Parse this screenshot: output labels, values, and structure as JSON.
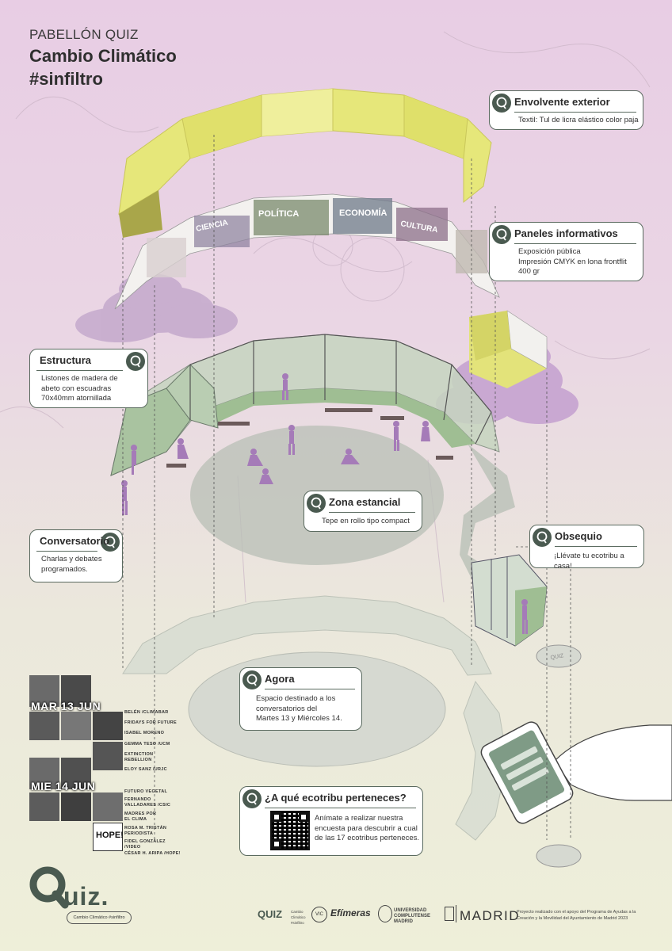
{
  "header": {
    "subtitle": "PABELLÓN QUIZ",
    "title_line1": "Cambio Climático",
    "title_line2": "#sinfiltro"
  },
  "panels": {
    "labels": [
      "CIENCIA",
      "POLÍTICA",
      "ECONOMÍA",
      "CULTURA"
    ]
  },
  "callouts": {
    "envolvente": {
      "title": "Envolvente exterior",
      "text": "Textil: Tul de licra elástico color paja"
    },
    "paneles": {
      "title": "Paneles informativos",
      "text1": "Exposición pública",
      "text2": "Impresión CMYK en lona frontflit",
      "text3": "400 gr"
    },
    "estructura": {
      "title": "Estructura",
      "text1": "Listones de madera de",
      "text2": "abeto con escuadras",
      "text3": "70x40mm atornillada"
    },
    "zona": {
      "title": "Zona estancial",
      "text": "Tepe en rollo tipo compact"
    },
    "conversatorio": {
      "title": "Conversatorio",
      "text1": "Charlas y debates",
      "text2": "programados."
    },
    "obsequio": {
      "title": "Obsequio",
      "text": "¡Llévate tu ecotribu a casa!"
    },
    "agora": {
      "title": "Agora",
      "text1": "Espacio destinado a los",
      "text2": "conversatorios del",
      "text3": "Martes 13 y Miércoles 14."
    },
    "ecotribu": {
      "title": "¿A qué ecotribu perteneces?",
      "text1": "Anímate a realizar nuestra",
      "text2": "encuesta para descubrir a cual",
      "text3": "de las 17 ecotribus perteneces."
    }
  },
  "schedule": {
    "day1": "MAR 13 JUN",
    "day1_speakers": [
      "BELÉN /CLIMABAR",
      "FRIDAYS FOR FUTURE",
      "ISABEL MORENO",
      "GEMMA TESO /UCM",
      "EXTINCTION",
      "REBELLION",
      "ELOY SANZ /URJC"
    ],
    "day2": "MIE 14 JUN",
    "day2_speakers": [
      "FUTURO VEGETAL",
      "FERNANDO",
      "VALLADARES /CSIC",
      "MADRES POR",
      "EL CLIMA",
      "ROSA M. TRISTÁN",
      "PERIODISTA",
      "FIDEL GONZÁLEZ",
      "/VIDEO",
      "CÉSAR H. ARIPA /HOPE!"
    ],
    "hope_sign": "HOPE!"
  },
  "brand": {
    "logo_text": "QUIZ",
    "tagline": "Cambio Climático #sinfiltro",
    "small_logo_text": "Cambio Climático #sinfiltro",
    "vic": "VIC",
    "efimeras": "Efímeras",
    "complutense": "UNIVERSIDAD COMPLUTENSE MADRID",
    "madrid": "MADRID",
    "credit": "Proyecto realizado con el apoyo del Programa de Ayudas a la Creación y la Movilidad del Ayuntamiento de Madrid 2023"
  },
  "phone": {
    "quiz_label": "QUIZ"
  },
  "colors": {
    "accent": "#4a5a50",
    "envelope": "#e4e47a",
    "green": "#a8c4a0",
    "figure": "#a57bb8"
  }
}
